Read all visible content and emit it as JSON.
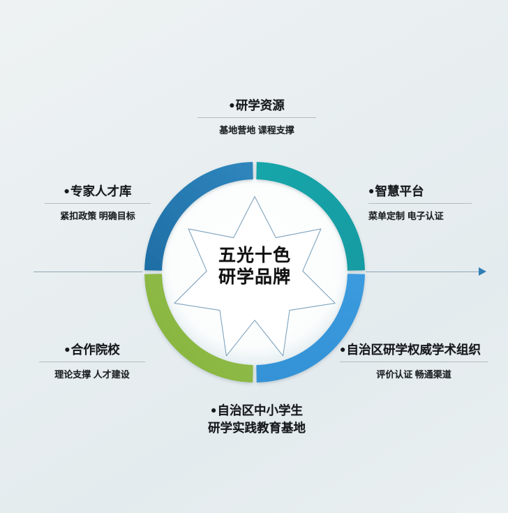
{
  "page": {
    "background_color": "#e9eff1",
    "center": {
      "line1": "五光十色",
      "line2": "研学品牌"
    }
  },
  "ring": {
    "segments": [
      {
        "name": "研学资源",
        "color": "#2a7fb8",
        "start_deg": 270,
        "end_deg": 360,
        "position": "top-left"
      },
      {
        "name": "智慧平台",
        "color": "#16a3a8",
        "start_deg": 0,
        "end_deg": 90,
        "position": "top-right"
      },
      {
        "name": "自治区研学权威学术组织",
        "color": "#3b9bde",
        "start_deg": 90,
        "end_deg": 180,
        "position": "bottom-right"
      },
      {
        "name": "合作院校",
        "color": "#8dba45",
        "start_deg": 180,
        "end_deg": 270,
        "position": "bottom-left"
      }
    ],
    "star_points": 7,
    "star_fill": "#ffffff",
    "star_stroke": "#7ea3bd"
  },
  "axis": {
    "line_color": "#7d9aa8",
    "arrow_color": "#2f7fb5",
    "arrow_direction": "right"
  },
  "callouts": {
    "top": {
      "bullet": "●",
      "title": "研学资源",
      "sub": "基地营地  课程支撑"
    },
    "left_top": {
      "bullet": "●",
      "title": "专家人才库",
      "sub": "紧扣政策  明确目标"
    },
    "right_top": {
      "bullet": "●",
      "title": "智慧平台",
      "sub": "菜单定制  电子认证"
    },
    "left_bottom": {
      "bullet": "●",
      "title": "合作院校",
      "sub": "理论支撑  人才建设"
    },
    "right_bottom": {
      "bullet": "●",
      "title": "自治区研学权威学术组织",
      "sub": "评价认证  畅通渠道"
    },
    "bottom": {
      "bullet": "●",
      "title_line1": "自治区中小学生",
      "title_line2": "研学实践教育基地"
    }
  }
}
